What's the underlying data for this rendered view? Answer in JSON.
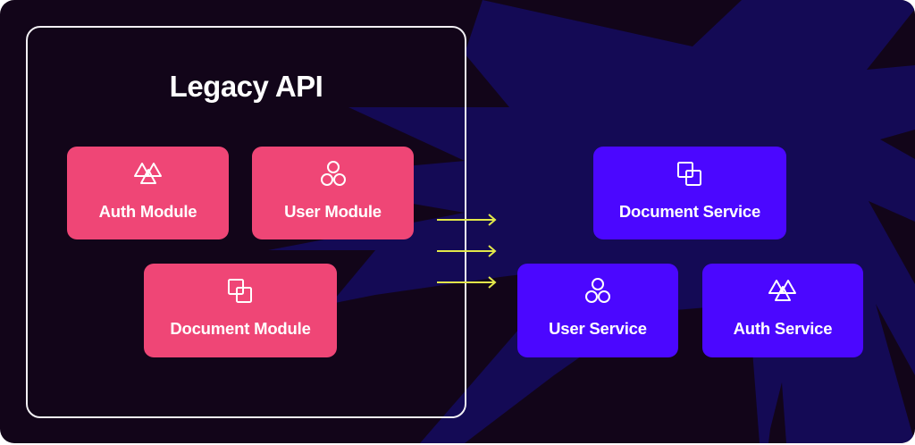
{
  "diagram": {
    "legacy": {
      "title": "Legacy API",
      "modules": [
        {
          "label": "Auth Module",
          "icon": "triangles-icon"
        },
        {
          "label": "User Module",
          "icon": "circles-icon"
        },
        {
          "label": "Document Module",
          "icon": "overlapping-squares-icon"
        }
      ]
    },
    "migration_arrows": 3,
    "services": [
      {
        "label": "Document Service",
        "icon": "overlapping-squares-icon"
      },
      {
        "label": "User Service",
        "icon": "circles-icon"
      },
      {
        "label": "Auth Service",
        "icon": "triangles-icon"
      }
    ],
    "colors": {
      "background": "#120519",
      "starburst": "#140a55",
      "legacy_module": "#ef4676",
      "service": "#4b07ff",
      "arrow": "#e2e84a",
      "legacy_border": "#f2f0f4",
      "text": "#ffffff"
    }
  }
}
